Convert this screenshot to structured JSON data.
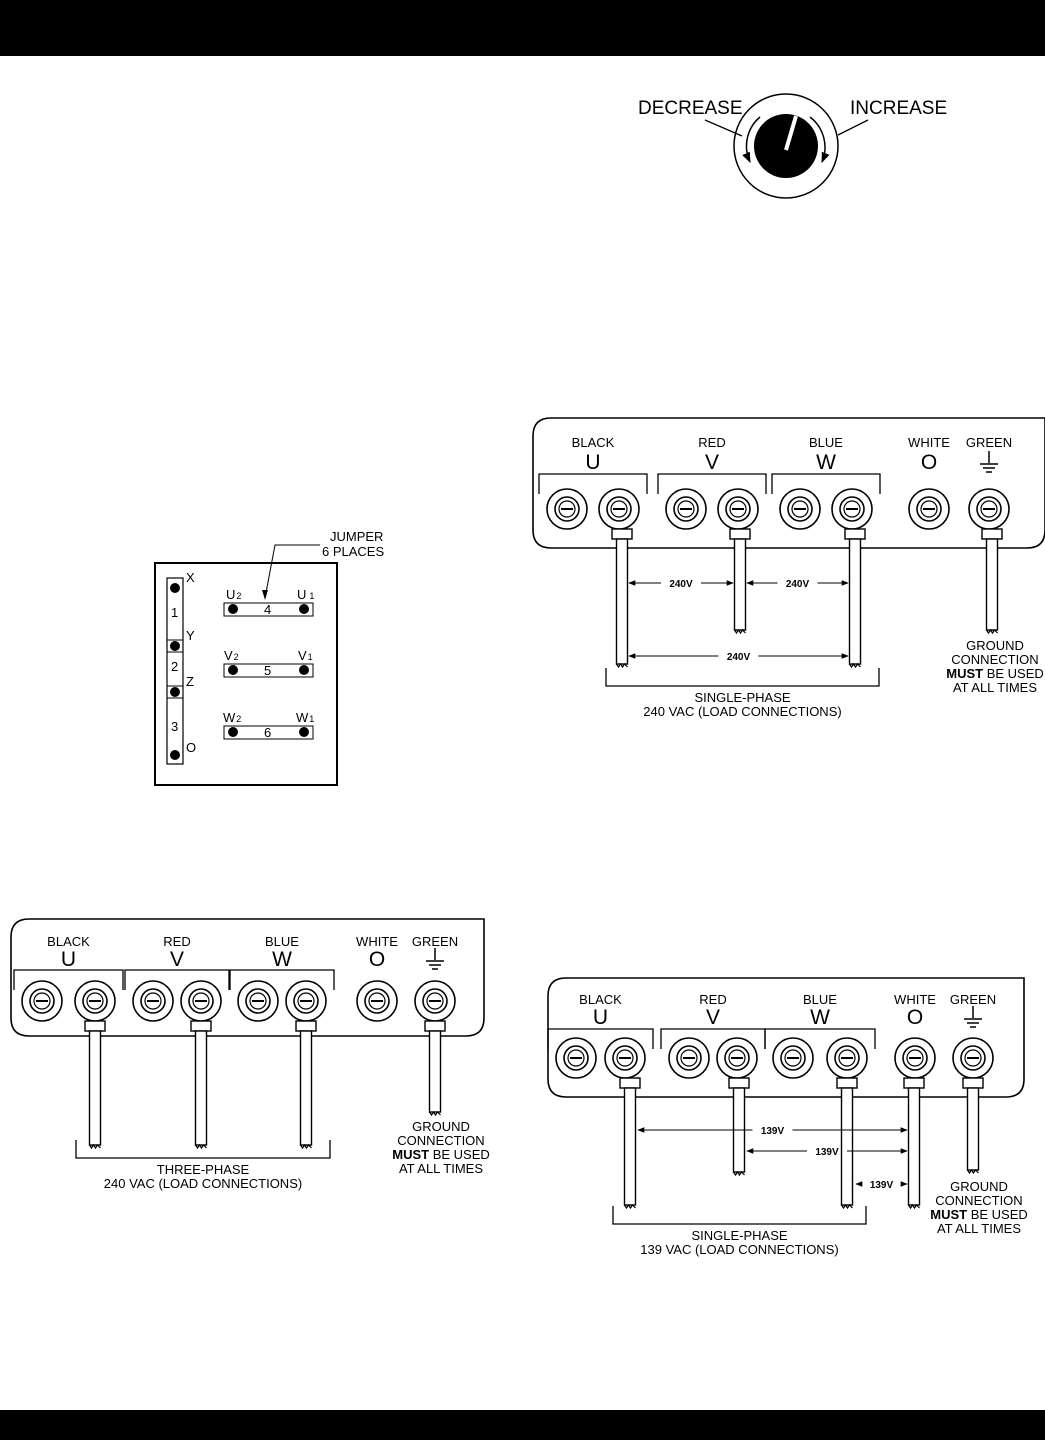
{
  "dial": {
    "decrease": "DECREASE",
    "increase": "INCREASE"
  },
  "colors": {
    "bar": "#000000",
    "line": "#000000",
    "fill": "#ffffff"
  },
  "terminal_colors": [
    "BLACK",
    "RED",
    "BLUE",
    "WHITE",
    "GREEN"
  ],
  "terminal_letters": [
    "U",
    "V",
    "W",
    "O"
  ],
  "ground_note": {
    "line1": "GROUND",
    "line2": "CONNECTION",
    "must": "MUST",
    "line3_rest": " BE USED",
    "line4": "AT ALL TIMES"
  },
  "jumper_diagram": {
    "callout_line1": "JUMPER",
    "callout_line2": "6 PLACES",
    "side_letters": [
      "X",
      "Y",
      "Z",
      "O"
    ],
    "side_numbers": [
      "1",
      "2",
      "3"
    ],
    "rows": [
      {
        "left_letter": "U",
        "left_sub": "2",
        "right_letter": "U",
        "right_sub": "1",
        "number": "4"
      },
      {
        "left_letter": "V",
        "left_sub": "2",
        "right_letter": "V",
        "right_sub": "1",
        "number": "5"
      },
      {
        "left_letter": "W",
        "left_sub": "2",
        "right_letter": "W",
        "right_sub": "1",
        "number": "6"
      }
    ]
  },
  "three_phase": {
    "caption_line1": "THREE-PHASE",
    "caption_line2": "240 VAC (LOAD CONNECTIONS)"
  },
  "single_240": {
    "caption_line1": "SINGLE-PHASE",
    "caption_line2": "240 VAC (LOAD CONNECTIONS)",
    "voltage": "240V"
  },
  "single_139": {
    "caption_line1": "SINGLE-PHASE",
    "caption_line2": "139 VAC (LOAD CONNECTIONS)",
    "voltage": "139V"
  }
}
